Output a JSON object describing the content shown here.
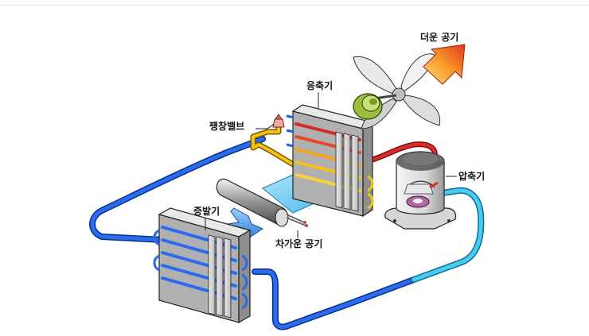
{
  "labels": {
    "hot_air": "더운 공기",
    "condenser": "응축기",
    "expansion_valve": "팽창밸브",
    "compressor": "압축기",
    "evaporator": "증발기",
    "cold_air": "차가운 공기"
  },
  "colors": {
    "cold_pipe": "#1e5fe0",
    "hot_pipe": "#d8282a",
    "warm_pipe": "#f0b000",
    "suction_pipe": "#3fc9e8",
    "hot_air_arrow": "#f46a1a",
    "cold_air_arrow": "#2f8fe6"
  }
}
